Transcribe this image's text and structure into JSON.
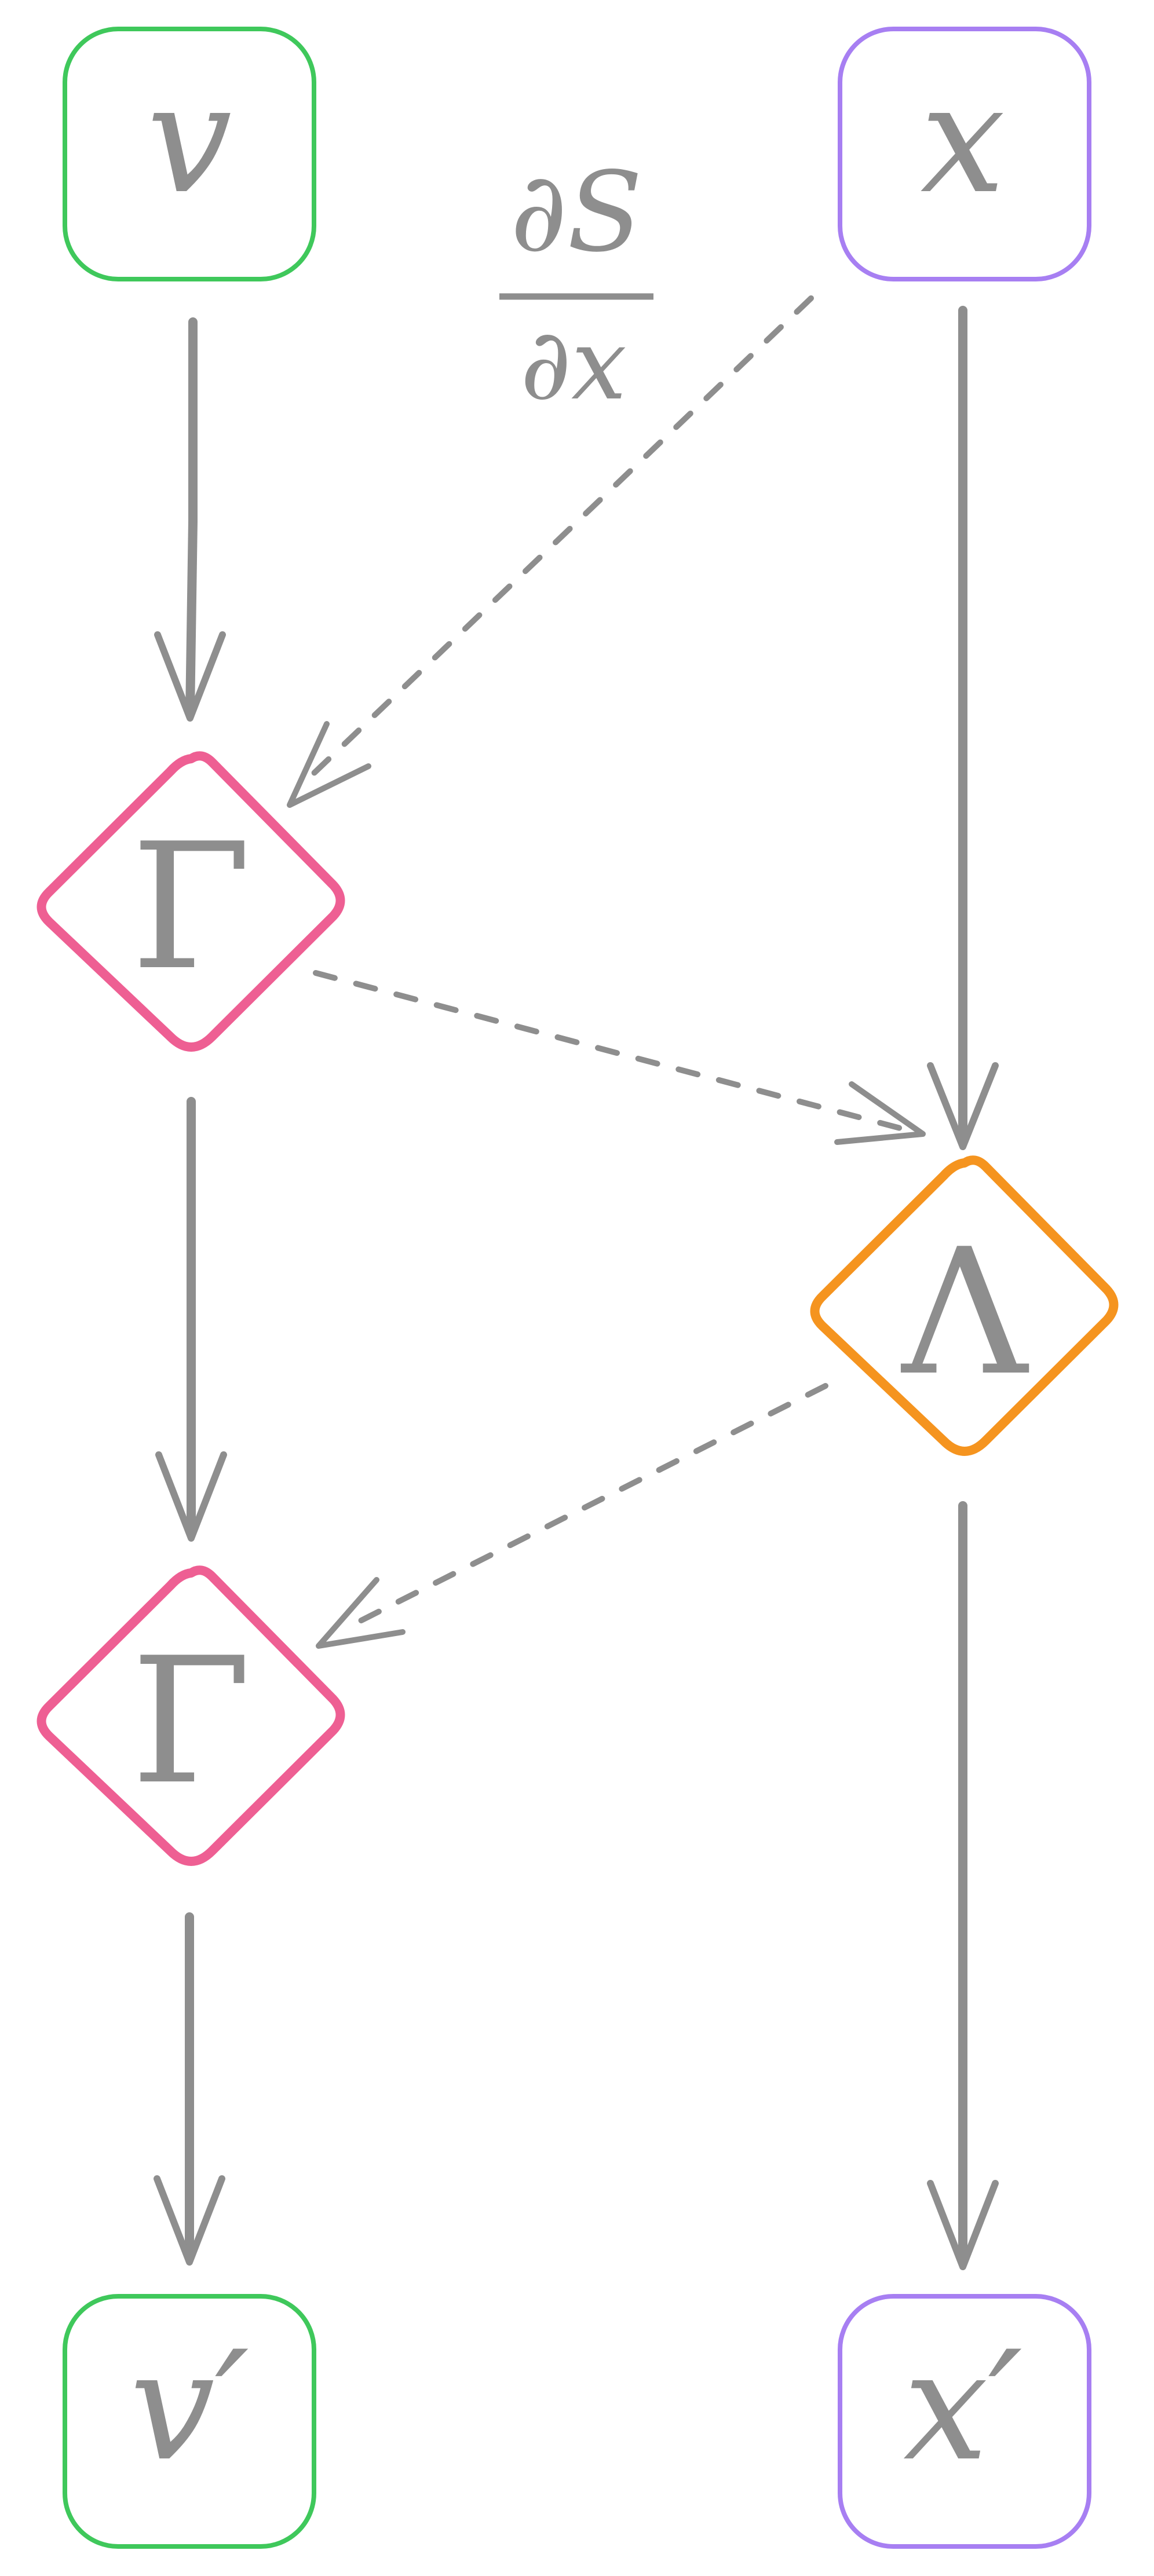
{
  "nodes": {
    "v": {
      "label": "v",
      "color": "#3fc85b",
      "shape": "rounded-square"
    },
    "x": {
      "label": "x",
      "color": "#a77ff2",
      "shape": "rounded-square"
    },
    "gamma1": {
      "label": "Γ",
      "color": "#ee5f93",
      "shape": "diamond"
    },
    "lambda": {
      "label": "Λ",
      "color": "#f5941f",
      "shape": "diamond"
    },
    "gamma2": {
      "label": "Γ",
      "color": "#ee5f93",
      "shape": "diamond"
    },
    "v_prime": {
      "label": "v′",
      "color": "#3fc85b",
      "shape": "rounded-square"
    },
    "x_prime": {
      "label": "x′",
      "color": "#a77ff2",
      "shape": "rounded-square"
    }
  },
  "edges": {
    "x_to_gamma1": {
      "numerator": "∂S",
      "denominator": "∂x",
      "style": "dashed"
    },
    "v_to_gamma1": {
      "style": "solid"
    },
    "x_to_lambda": {
      "style": "solid"
    },
    "gamma1_to_lambda": {
      "style": "dashed"
    },
    "gamma1_to_gamma2": {
      "style": "solid"
    },
    "lambda_to_gamma2": {
      "style": "dashed"
    },
    "gamma2_to_v_prime": {
      "style": "solid"
    },
    "lambda_to_x_prime": {
      "style": "solid"
    }
  },
  "colors": {
    "edge": "#8e8e8e",
    "text": "#8e8e8e",
    "background": "#ffffff"
  }
}
